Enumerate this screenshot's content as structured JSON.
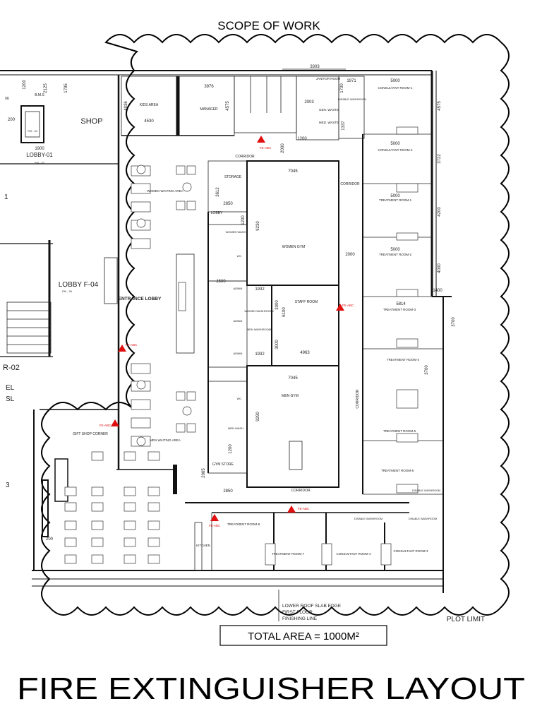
{
  "header": {
    "scope_label": "SCOPE OF WORK"
  },
  "footer": {
    "title": "FIRE EXTINGUISHER LAYOUT",
    "total_area": "TOTAL AREA = 1000M²",
    "plot_limit": "PLOT LIMIT"
  },
  "legend_notes": {
    "line1": "LOWER ROOF SLAB EDGE",
    "line2": "FIRST FLOOR",
    "line3": "FINISHING LINE"
  },
  "extinguisher_tag": "FE-ABC",
  "rooms": {
    "kids_area": "KIDS AREA",
    "manager": "MANAGER",
    "janitor": "JANITOR ROOM",
    "gen_waste": "GEN. WASTE",
    "med_waste": "MED. WASTE",
    "disable_washroom": "DISABLE WASHROOM",
    "shop": "SHOP",
    "lobby_01": "LOBBY-01",
    "bms": "B.M.S",
    "fm04": "FM - 04",
    "fm07": "FM - 07",
    "lobby_f04": "LOBBY F-04",
    "fm34": "FM - 34",
    "r02": "R-02",
    "storage": "STORAGE",
    "lobby": "LOBBY",
    "women_waiting": "WOMEN WAITING AREA",
    "entrance_lobby": "ENTRANCE LOBBY",
    "women_wash": "WOMEN WASH",
    "wc": "WC",
    "admin": "ADMIN",
    "women_washroom": "WOMEN WASHROOM",
    "men_washroom": "MEN WASHROOM",
    "women_gym": "WOMEN GYM",
    "staff_room": "STAFF ROOM",
    "men_gym": "MEN GYM",
    "men_wash": "MEN WASH",
    "gym_store": "GYM STORE",
    "men_waiting": "MEN WAITING AREA",
    "gift_shop": "GIFT SHOP CORNER",
    "kitchen": "KITCHEN",
    "corridor": "CORRIDOR",
    "consultant_1": "CONSULTANT ROOM-1",
    "consultant_2": "CONSULTANT ROOM-2",
    "treatment_1": "TREATMENT ROOM-1",
    "treatment_2": "TREATMENT ROOM-2",
    "treatment_3": "TREATMENT ROOM-3",
    "treatment_4": "TREATMENT ROOM-4",
    "treatment_5": "TREATMENT ROOM-5",
    "treatment_6": "TREATMENT ROOM-6",
    "treatment_7": "TREATMENT ROOM-7",
    "treatment_8": "TREATMENT ROOM-8",
    "consultant_3": "CONSULTANT ROOM-3",
    "consultant_4": "CONSULTANT ROOM-4",
    "grid_1": "1",
    "grid_3": "3",
    "el": "EL",
    "sl": "SL"
  },
  "dimensions": {
    "d3303": "3303",
    "d3976": "3976",
    "d4530": "4530",
    "d4036": "4036",
    "d4575": "4575",
    "d1971": "1971",
    "d5000": "5000",
    "d1200": "1200",
    "d2000": "2000",
    "d7045": "7045",
    "d3612": "3612",
    "d2850": "2850",
    "d9230": "9230",
    "d1500": "1500",
    "d1932": "1932",
    "d3000": "3000",
    "d6100": "6100",
    "d4963": "4963",
    "d5814": "5814",
    "d3722": "3722",
    "d4200": "4200",
    "d1400": "1400",
    "d3700": "3700",
    "d2065": "2065",
    "d9290": "9290",
    "d2125": "2125",
    "d1795": "1795",
    "d1337": "1337",
    "d200": "200",
    "d1900": "1900",
    "d2003": "2003",
    "d1700": "1700",
    "d4000": "4000",
    "d06": "06"
  }
}
